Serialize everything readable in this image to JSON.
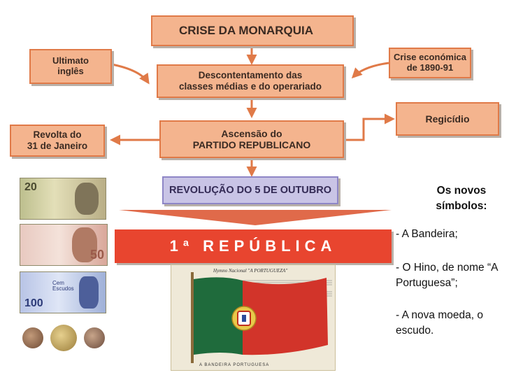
{
  "diagram": {
    "top_box": "CRISE DA MONARQUIA",
    "ultimato": "Ultimato\ninglês",
    "crise_economica": "Crise económica\nde 1890-91",
    "descontentamento": "Descontentamento das\nclasses médias e do operariado",
    "regicidio": "Regicídio",
    "revolta": "Revolta do\n31 de Janeiro",
    "ascensao": "Ascensão do\nPARTIDO REPUBLICANO",
    "revolucao": "REVOLUÇÃO DO 5 DE OUTUBRO",
    "republica": "1ª REPÚBLICA"
  },
  "symbols": {
    "title_line1": "Os novos",
    "title_line2": "símbolos:",
    "item1": "- A Bandeira;",
    "item2": "- O Hino, de nome “A Portuguesa”;",
    "item3": "- A nova moeda, o escudo."
  },
  "poster": {
    "header": "Hymno Nacional \"A PORTUGUEZA\"",
    "footer": "A BANDEIRA PORTUGUESA"
  },
  "banknotes": {
    "note1_value": "20",
    "note2_value": "50",
    "note3_value": "100",
    "note3_label": "Cem\nEscudos"
  },
  "colors": {
    "box_fill": "#f4b48e",
    "box_border": "#e07a48",
    "revolution_fill": "#c9c4e6",
    "republic_banner": "#e8452f",
    "flag_green": "#1f6b3c",
    "flag_red": "#d2342a"
  }
}
